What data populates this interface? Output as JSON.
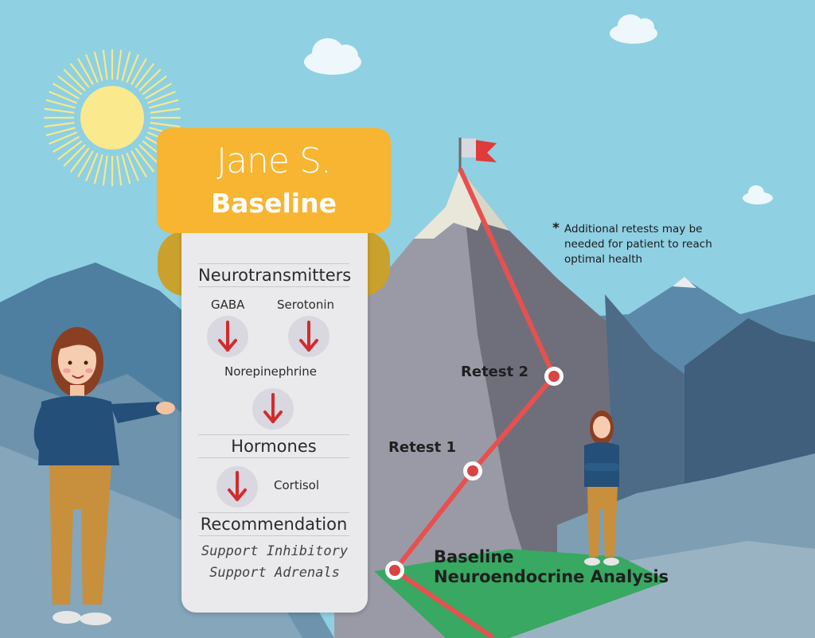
{
  "card": {
    "patient_name": "Jane S.",
    "stage": "Baseline",
    "sections": {
      "neurotransmitters": "Neurotransmitters",
      "hormones": "Hormones",
      "recommendation": "Recommendation"
    },
    "markers": {
      "gaba": "GABA",
      "serotonin": "Serotonin",
      "norepinephrine": "Norepinephrine",
      "cortisol": "Cortisol"
    },
    "recommendations": [
      "Support Inhibitory",
      "Support Adrenals"
    ]
  },
  "path": {
    "retest_2": "Retest 2",
    "retest_1": "Retest 1",
    "baseline_line1": "Baseline",
    "baseline_line2": "Neuroendocrine Analysis"
  },
  "note": {
    "asterisk": "*",
    "text": "Additional retests may be needed for patient to reach optimal health"
  },
  "colors": {
    "sky": "#8fd0e3",
    "banner": "#f7b531",
    "path": "#e8504f",
    "arrow": "#d12c2c",
    "grass": "#38a862"
  }
}
